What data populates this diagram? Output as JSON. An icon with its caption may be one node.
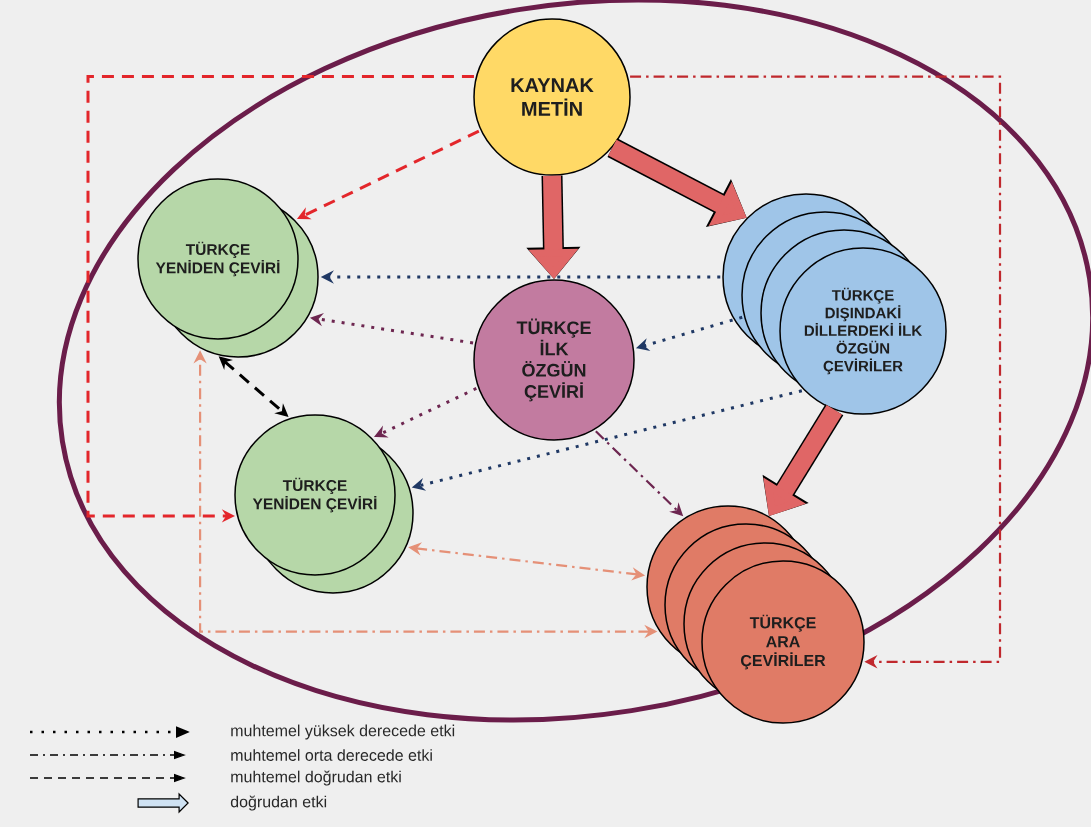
{
  "diagram": {
    "nodes": [
      {
        "text": [
          "KAYNAK METİN"
        ]
      },
      {
        "text": [
          "TÜRKÇE YENİDEN ÇEVİRİ"
        ]
      },
      {
        "text": [
          "TÜRKÇE İLK ÖZGÜN ÇEVİRİ"
        ]
      },
      {
        "text": [
          "TÜRKÇE DIŞINDAKİ DİLLERDEKİ İLK ÖZGÜN ÇEVİRİLER"
        ]
      },
      {
        "text": [
          "TÜRKÇE YENİDEN ÇEVİRİ"
        ]
      },
      {
        "text": [
          "TÜRKÇE ARA ÇEVİRİLER"
        ]
      }
    ],
    "edges": [
      {
        "from": 0,
        "to": 1,
        "arrow": "to",
        "style": "dashed",
        "color": "#e3262b"
      },
      {
        "from": 0,
        "to": 2,
        "arrow": "to",
        "style": "thick",
        "color": "#e06666"
      },
      {
        "from": 0,
        "to": 3,
        "arrow": "to",
        "style": "thick",
        "color": "#e06666"
      },
      {
        "from": 3,
        "to": 5,
        "arrow": "to",
        "style": "thick",
        "color": "#e06666"
      },
      {
        "from": 3,
        "to": 1,
        "arrow": "to",
        "style": "dashed",
        "color": "#1f3864"
      },
      {
        "from": 3,
        "to": 2,
        "arrow": "to",
        "style": "dashed",
        "color": "#1f3864"
      },
      {
        "from": 3,
        "to": 4,
        "arrow": "to",
        "style": "dashed",
        "color": "#1f3864"
      },
      {
        "from": 2,
        "to": 1,
        "arrow": "to",
        "style": "dashed",
        "color": "#6d2650"
      },
      {
        "from": 2,
        "to": 4,
        "arrow": "to",
        "style": "dashed",
        "color": "#6d2650"
      },
      {
        "from": 2,
        "to": 5,
        "arrow": "to",
        "style": "dashed",
        "color": "#6d2650"
      },
      {
        "from": 1,
        "to": 4,
        "arrow": "both",
        "style": "dashed",
        "color": "#000000"
      },
      {
        "from": 0,
        "to": 4,
        "arrow": "to",
        "style": "dashed",
        "color": "#e3262b"
      },
      {
        "from": 0,
        "to": 5,
        "arrow": "to",
        "style": "dashed",
        "color": "#c0282d"
      },
      {
        "from": 4,
        "to": 5,
        "arrow": "both",
        "style": "dashed",
        "color": "#e59077"
      },
      {
        "from": 5,
        "to": 1,
        "arrow": "both",
        "style": "dashed",
        "color": "#e59077"
      }
    ],
    "legend": [
      {
        "text": "muhtemel yüksek derecede etki"
      },
      {
        "text": "muhtemel orta derecede etki"
      },
      {
        "text": "muhtemel doğrudan etki"
      },
      {
        "text": "doğrudan etki"
      }
    ]
  }
}
